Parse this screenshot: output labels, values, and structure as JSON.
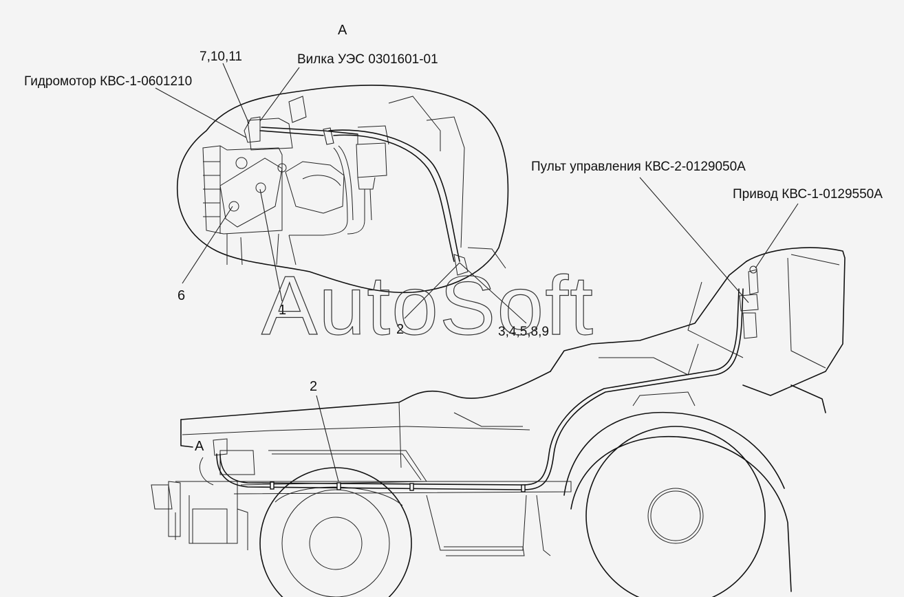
{
  "view_label": "A",
  "callouts": {
    "items_7_10_11": "7,10,11",
    "fork": "Вилка УЭС 0301601-01",
    "hydromotor": "Гидромотор КВС-1-0601210",
    "item_6": "6",
    "item_1": "1",
    "item_2_detail": "2",
    "items_3_4_5_8_9": "3,4,5,8,9",
    "control_panel": "Пульт управления КВС-2-0129050А",
    "drive": "Привод КВС-1-0129550А",
    "item_2_main": "2",
    "view_marker": "A"
  },
  "watermark": "AutoSoft"
}
